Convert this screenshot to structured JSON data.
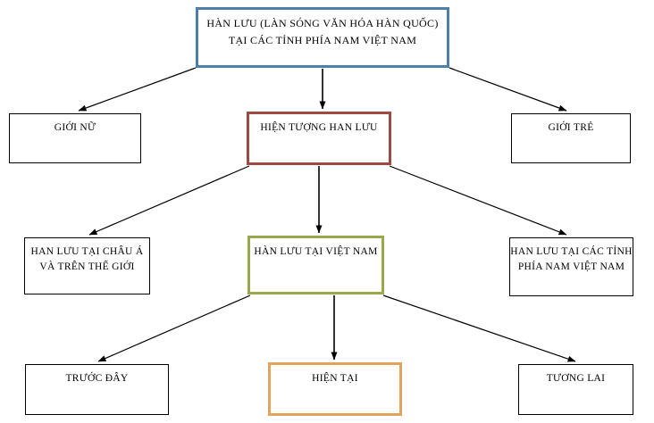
{
  "diagram": {
    "type": "hierarchy-tree",
    "title_node": {
      "id": "node-root",
      "label": "HÀN LƯU (LÀN SÓNG VĂN HÓA HÀN QUỐC) TẠI CÁC TỈNH PHÍA NAM VIỆT NAM",
      "border_color": "#4e7fa8"
    },
    "row2": {
      "left": {
        "id": "node-gioi-nu",
        "label": "GIỚI NỮ",
        "border_color": "#000000"
      },
      "center": {
        "id": "node-hien-tuong",
        "label": "HIỆN TƯỢNG HAN LƯU",
        "border_color": "#9d4b42"
      },
      "right": {
        "id": "node-gioi-tre",
        "label": "GIỚI TRẺ",
        "border_color": "#000000"
      }
    },
    "row3": {
      "left": {
        "id": "node-chau-a",
        "label": "HAN LƯU TẠI CHÂU Á VÀ TRÊN THẾ GIỚI",
        "border_color": "#000000"
      },
      "center": {
        "id": "node-viet-nam",
        "label": "HÀN LƯU TẠI VIỆT NAM",
        "border_color": "#9aa84c"
      },
      "right": {
        "id": "node-phia-nam",
        "label": "HAN LƯU TẠI CÁC TỈNH PHÍA NAM VIỆT NAM",
        "border_color": "#000000"
      }
    },
    "row4": {
      "left": {
        "id": "node-truoc-day",
        "label": "TRƯỚC ĐÂY",
        "border_color": "#000000"
      },
      "center": {
        "id": "node-hien-tai",
        "label": "HIỆN TẠI",
        "border_color": "#e2a35f"
      },
      "right": {
        "id": "node-tuong-lai",
        "label": "TƯƠNG LAI",
        "border_color": "#000000"
      }
    },
    "connector_color": "#000000",
    "connectors": [
      {
        "from": "node-root",
        "to": "node-gioi-nu"
      },
      {
        "from": "node-root",
        "to": "node-hien-tuong"
      },
      {
        "from": "node-root",
        "to": "node-gioi-tre"
      },
      {
        "from": "node-hien-tuong",
        "to": "node-chau-a"
      },
      {
        "from": "node-hien-tuong",
        "to": "node-viet-nam"
      },
      {
        "from": "node-hien-tuong",
        "to": "node-phia-nam"
      },
      {
        "from": "node-viet-nam",
        "to": "node-truoc-day"
      },
      {
        "from": "node-viet-nam",
        "to": "node-hien-tai"
      },
      {
        "from": "node-viet-nam",
        "to": "node-tuong-lai"
      }
    ]
  }
}
